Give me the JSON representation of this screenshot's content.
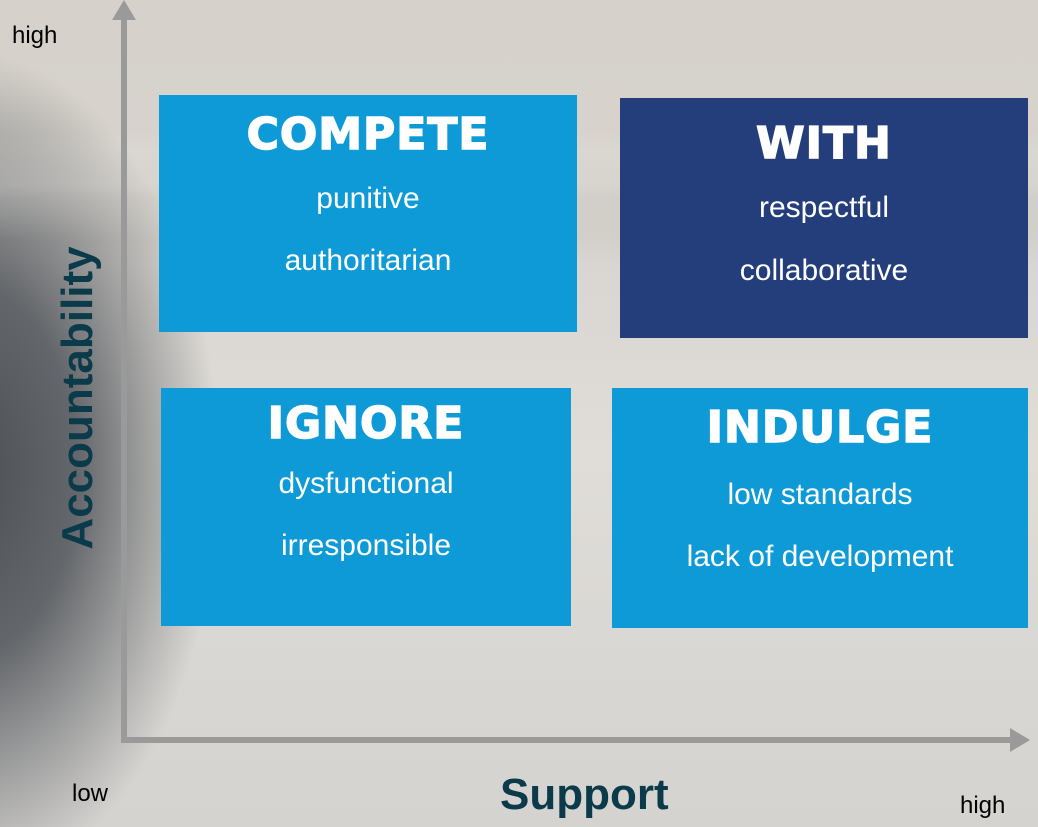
{
  "axes": {
    "y_title": "Accountability",
    "x_title": "Support",
    "y_high": "high",
    "x_low": "low",
    "x_high": "high"
  },
  "quadrants": {
    "compete": {
      "title": "COMPETE",
      "lines": [
        "punitive",
        "authoritarian"
      ],
      "color": "#0d9ad6"
    },
    "with": {
      "title": "WITH",
      "lines": [
        "respectful",
        "collaborative"
      ],
      "color": "#243e7c"
    },
    "ignore": {
      "title": "IGNORE",
      "lines": [
        "dysfunctional",
        "irresponsible"
      ],
      "color": "#0d9ad6"
    },
    "indulge": {
      "title": "INDULGE",
      "lines": [
        "low standards",
        "lack of development"
      ],
      "color": "#0d9ad6"
    }
  },
  "colors": {
    "axis": "#9a9a9a",
    "axis_title": "#0b3a4a"
  }
}
